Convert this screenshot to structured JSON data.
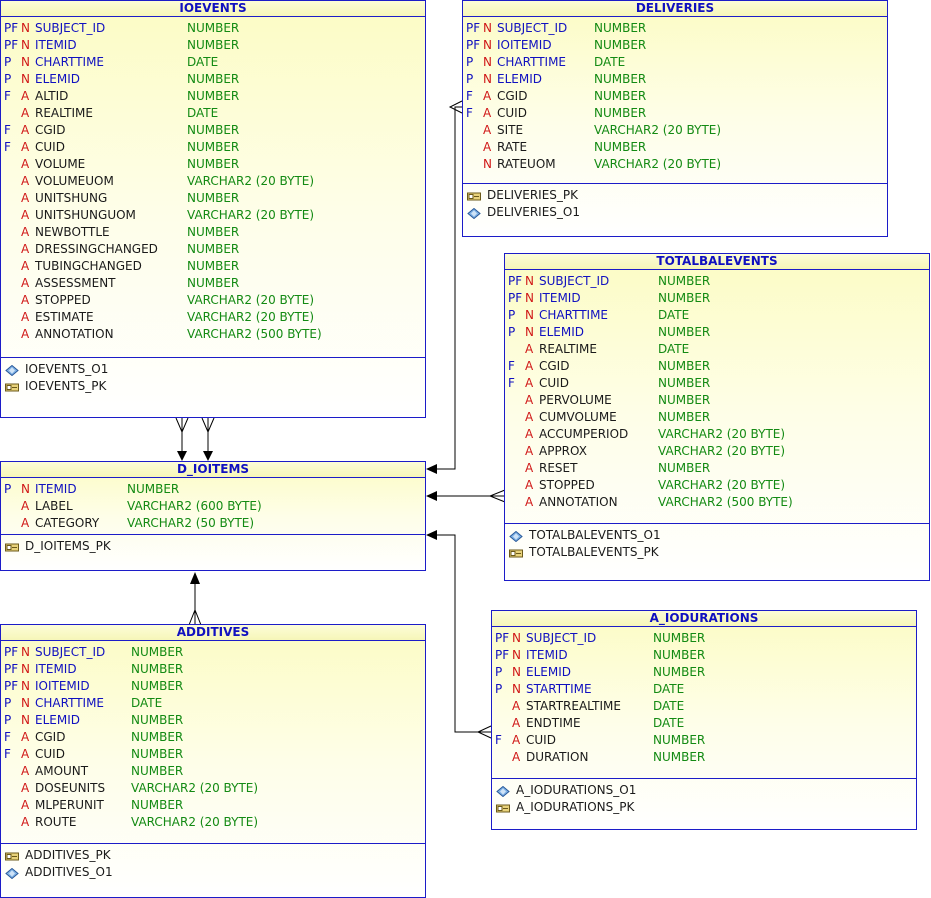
{
  "entities": {
    "ioevents": {
      "title": "IOEVENTS",
      "columns": [
        {
          "k": "PF",
          "f": "N",
          "n": "SUBJECT_ID",
          "t": "NUMBER"
        },
        {
          "k": "PF",
          "f": "N",
          "n": "ITEMID",
          "t": "NUMBER"
        },
        {
          "k": "P",
          "f": "N",
          "n": "CHARTTIME",
          "t": "DATE"
        },
        {
          "k": "P",
          "f": "N",
          "n": "ELEMID",
          "t": "NUMBER"
        },
        {
          "k": "F",
          "f": "A",
          "n": "ALTID",
          "t": "NUMBER"
        },
        {
          "k": "",
          "f": "A",
          "n": "REALTIME",
          "t": "DATE"
        },
        {
          "k": "F",
          "f": "A",
          "n": "CGID",
          "t": "NUMBER"
        },
        {
          "k": "F",
          "f": "A",
          "n": "CUID",
          "t": "NUMBER"
        },
        {
          "k": "",
          "f": "A",
          "n": "VOLUME",
          "t": "NUMBER"
        },
        {
          "k": "",
          "f": "A",
          "n": "VOLUMEUOM",
          "t": "VARCHAR2 (20 BYTE)"
        },
        {
          "k": "",
          "f": "A",
          "n": "UNITSHUNG",
          "t": "NUMBER"
        },
        {
          "k": "",
          "f": "A",
          "n": "UNITSHUNGUOM",
          "t": "VARCHAR2 (20 BYTE)"
        },
        {
          "k": "",
          "f": "A",
          "n": "NEWBOTTLE",
          "t": "NUMBER"
        },
        {
          "k": "",
          "f": "A",
          "n": "DRESSINGCHANGED",
          "t": "NUMBER"
        },
        {
          "k": "",
          "f": "A",
          "n": "TUBINGCHANGED",
          "t": "NUMBER"
        },
        {
          "k": "",
          "f": "A",
          "n": "ASSESSMENT",
          "t": "NUMBER"
        },
        {
          "k": "",
          "f": "A",
          "n": "STOPPED",
          "t": "VARCHAR2 (20 BYTE)"
        },
        {
          "k": "",
          "f": "A",
          "n": "ESTIMATE",
          "t": "VARCHAR2 (20 BYTE)"
        },
        {
          "k": "",
          "f": "A",
          "n": "ANNOTATION",
          "t": "VARCHAR2 (500 BYTE)"
        }
      ],
      "indexes": [
        {
          "icon": "index-icon",
          "n": "IOEVENTS_O1"
        },
        {
          "icon": "key-icon",
          "n": "IOEVENTS_PK"
        }
      ]
    },
    "deliveries": {
      "title": "DELIVERIES",
      "columns": [
        {
          "k": "PF",
          "f": "N",
          "n": "SUBJECT_ID",
          "t": "NUMBER"
        },
        {
          "k": "PF",
          "f": "N",
          "n": "IOITEMID",
          "t": "NUMBER"
        },
        {
          "k": "P",
          "f": "N",
          "n": "CHARTTIME",
          "t": "DATE"
        },
        {
          "k": "P",
          "f": "N",
          "n": "ELEMID",
          "t": "NUMBER"
        },
        {
          "k": "F",
          "f": "A",
          "n": "CGID",
          "t": "NUMBER"
        },
        {
          "k": "F",
          "f": "A",
          "n": "CUID",
          "t": "NUMBER"
        },
        {
          "k": "",
          "f": "A",
          "n": "SITE",
          "t": "VARCHAR2 (20 BYTE)"
        },
        {
          "k": "",
          "f": "A",
          "n": "RATE",
          "t": "NUMBER"
        },
        {
          "k": "",
          "f": "N",
          "n": "RATEUOM",
          "t": "VARCHAR2 (20 BYTE)"
        }
      ],
      "indexes": [
        {
          "icon": "key-icon",
          "n": "DELIVERIES_PK"
        },
        {
          "icon": "index-icon",
          "n": "DELIVERIES_O1"
        }
      ]
    },
    "totalbalevents": {
      "title": "TOTALBALEVENTS",
      "columns": [
        {
          "k": "PF",
          "f": "N",
          "n": "SUBJECT_ID",
          "t": "NUMBER"
        },
        {
          "k": "PF",
          "f": "N",
          "n": "ITEMID",
          "t": "NUMBER"
        },
        {
          "k": "P",
          "f": "N",
          "n": "CHARTTIME",
          "t": "DATE"
        },
        {
          "k": "P",
          "f": "N",
          "n": "ELEMID",
          "t": "NUMBER"
        },
        {
          "k": "",
          "f": "A",
          "n": "REALTIME",
          "t": "DATE"
        },
        {
          "k": "F",
          "f": "A",
          "n": "CGID",
          "t": "NUMBER"
        },
        {
          "k": "F",
          "f": "A",
          "n": "CUID",
          "t": "NUMBER"
        },
        {
          "k": "",
          "f": "A",
          "n": "PERVOLUME",
          "t": "NUMBER"
        },
        {
          "k": "",
          "f": "A",
          "n": "CUMVOLUME",
          "t": "NUMBER"
        },
        {
          "k": "",
          "f": "A",
          "n": "ACCUMPERIOD",
          "t": "VARCHAR2 (20 BYTE)"
        },
        {
          "k": "",
          "f": "A",
          "n": "APPROX",
          "t": "VARCHAR2 (20 BYTE)"
        },
        {
          "k": "",
          "f": "A",
          "n": "RESET",
          "t": "NUMBER"
        },
        {
          "k": "",
          "f": "A",
          "n": "STOPPED",
          "t": "VARCHAR2 (20 BYTE)"
        },
        {
          "k": "",
          "f": "A",
          "n": "ANNOTATION",
          "t": "VARCHAR2 (500 BYTE)"
        }
      ],
      "indexes": [
        {
          "icon": "index-icon",
          "n": "TOTALBALEVENTS_O1"
        },
        {
          "icon": "key-icon",
          "n": "TOTALBALEVENTS_PK"
        }
      ]
    },
    "d_ioitems": {
      "title": "D_IOITEMS",
      "columns": [
        {
          "k": "P",
          "f": "N",
          "n": "ITEMID",
          "t": "NUMBER"
        },
        {
          "k": "",
          "f": "A",
          "n": "LABEL",
          "t": "VARCHAR2 (600 BYTE)"
        },
        {
          "k": "",
          "f": "A",
          "n": "CATEGORY",
          "t": "VARCHAR2 (50 BYTE)"
        }
      ],
      "indexes": [
        {
          "icon": "key-icon",
          "n": "D_IOITEMS_PK"
        }
      ]
    },
    "a_iodurations": {
      "title": "A_IODURATIONS",
      "columns": [
        {
          "k": "PF",
          "f": "N",
          "n": "SUBJECT_ID",
          "t": "NUMBER"
        },
        {
          "k": "PF",
          "f": "N",
          "n": "ITEMID",
          "t": "NUMBER"
        },
        {
          "k": "P",
          "f": "N",
          "n": "ELEMID",
          "t": "NUMBER"
        },
        {
          "k": "P",
          "f": "N",
          "n": "STARTTIME",
          "t": "DATE"
        },
        {
          "k": "",
          "f": "A",
          "n": "STARTREALTIME",
          "t": "DATE"
        },
        {
          "k": "",
          "f": "A",
          "n": "ENDTIME",
          "t": "DATE"
        },
        {
          "k": "F",
          "f": "A",
          "n": "CUID",
          "t": "NUMBER"
        },
        {
          "k": "",
          "f": "A",
          "n": "DURATION",
          "t": "NUMBER"
        }
      ],
      "indexes": [
        {
          "icon": "index-icon",
          "n": "A_IODURATIONS_O1"
        },
        {
          "icon": "key-icon",
          "n": "A_IODURATIONS_PK"
        }
      ]
    },
    "additives": {
      "title": "ADDITIVES",
      "columns": [
        {
          "k": "PF",
          "f": "N",
          "n": "SUBJECT_ID",
          "t": "NUMBER"
        },
        {
          "k": "PF",
          "f": "N",
          "n": "ITEMID",
          "t": "NUMBER"
        },
        {
          "k": "PF",
          "f": "N",
          "n": "IOITEMID",
          "t": "NUMBER"
        },
        {
          "k": "P",
          "f": "N",
          "n": "CHARTTIME",
          "t": "DATE"
        },
        {
          "k": "P",
          "f": "N",
          "n": "ELEMID",
          "t": "NUMBER"
        },
        {
          "k": "F",
          "f": "A",
          "n": "CGID",
          "t": "NUMBER"
        },
        {
          "k": "F",
          "f": "A",
          "n": "CUID",
          "t": "NUMBER"
        },
        {
          "k": "",
          "f": "A",
          "n": "AMOUNT",
          "t": "NUMBER"
        },
        {
          "k": "",
          "f": "A",
          "n": "DOSEUNITS",
          "t": "VARCHAR2 (20 BYTE)"
        },
        {
          "k": "",
          "f": "A",
          "n": "MLPERUNIT",
          "t": "NUMBER"
        },
        {
          "k": "",
          "f": "A",
          "n": "ROUTE",
          "t": "VARCHAR2 (20 BYTE)"
        }
      ],
      "indexes": [
        {
          "icon": "key-icon",
          "n": "ADDITIVES_PK"
        },
        {
          "icon": "index-icon",
          "n": "ADDITIVES_O1"
        }
      ]
    }
  }
}
